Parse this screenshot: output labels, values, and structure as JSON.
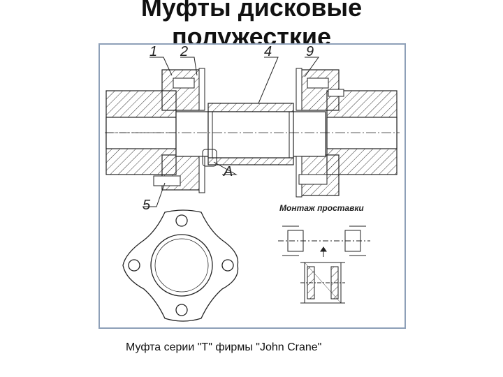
{
  "slide": {
    "title_line1": "Муфты дисковые",
    "title_line2": "полужесткие",
    "caption": "Муфта серии \"T\" фирмы \"John Crane\""
  },
  "drawing": {
    "callouts": [
      "1",
      "2",
      "4",
      "9",
      "5",
      "A"
    ],
    "subtitle": "Монтаж проставки"
  }
}
